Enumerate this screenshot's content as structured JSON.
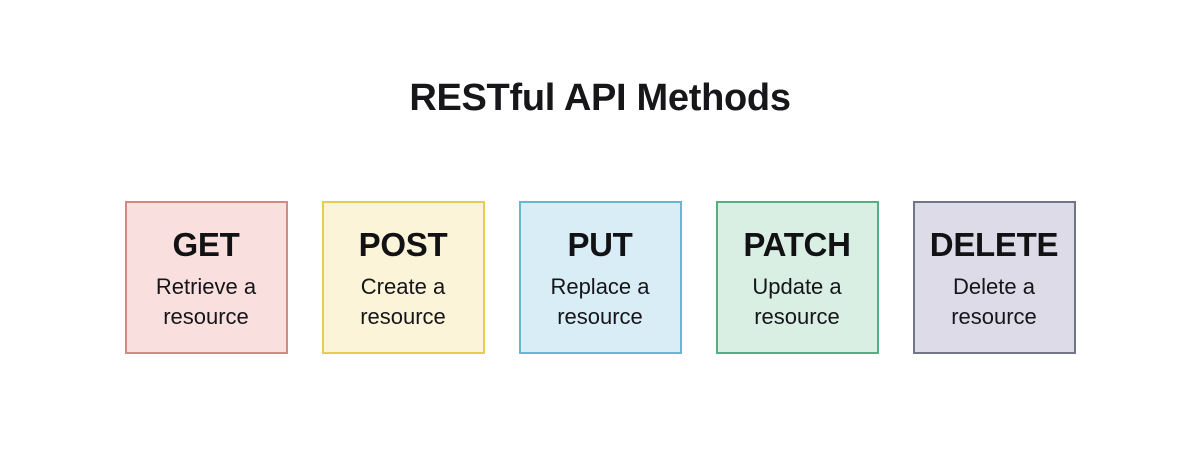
{
  "title": "RESTful API Methods",
  "colors": {
    "background": "#ffffff",
    "text": "#17171a"
  },
  "cards": [
    {
      "method": "GET",
      "description": "Retrieve a resource",
      "fill_color": "#f9e0de",
      "border_color": "#d18a84"
    },
    {
      "method": "POST",
      "description": "Create a resource",
      "fill_color": "#fbf4d8",
      "border_color": "#e4ce50"
    },
    {
      "method": "PUT",
      "description": "Replace a resource",
      "fill_color": "#d8edf6",
      "border_color": "#64b8d2"
    },
    {
      "method": "PATCH",
      "description": "Update a resource",
      "fill_color": "#d9efe4",
      "border_color": "#51af82"
    },
    {
      "method": "DELETE",
      "description": "Delete a resource",
      "fill_color": "#dcdbe7",
      "border_color": "#73738a"
    }
  ]
}
